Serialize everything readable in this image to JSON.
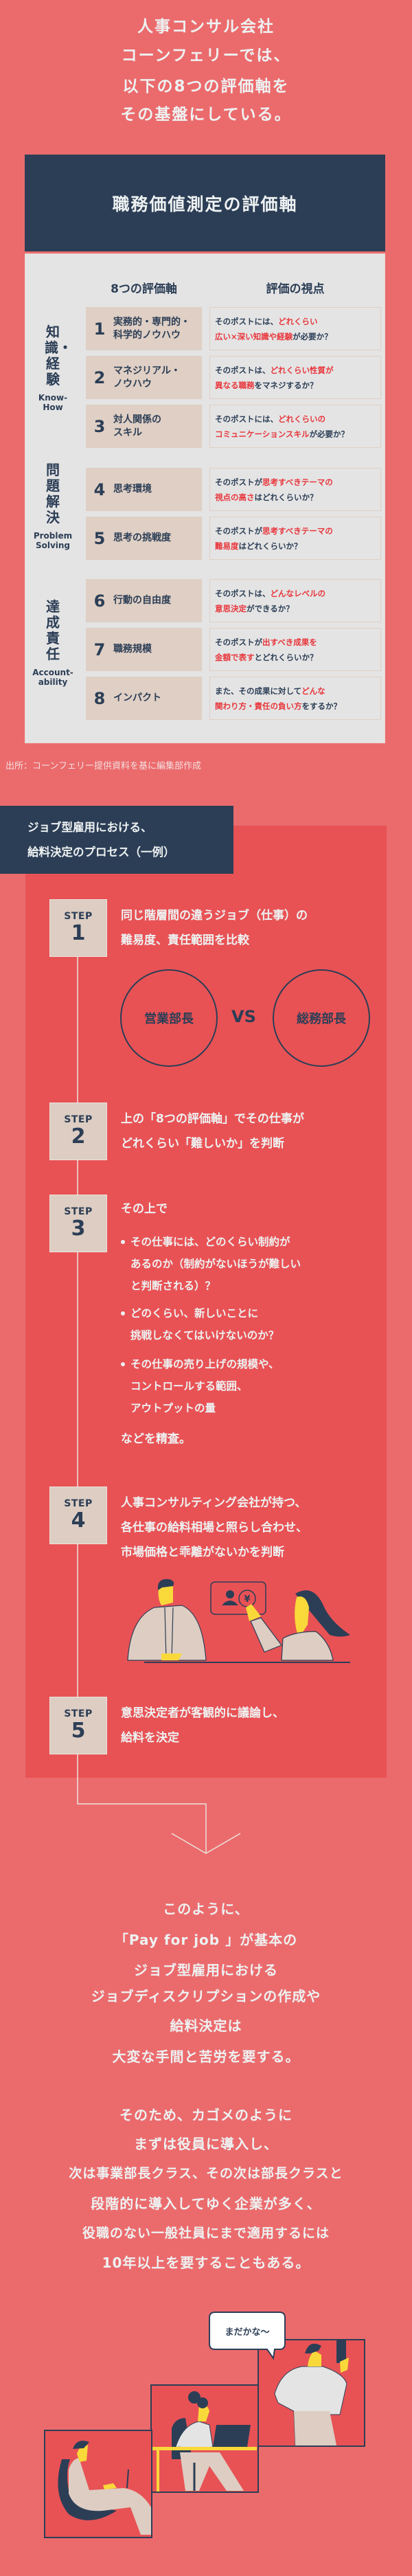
{
  "intro": {
    "lines": [
      "人事コンサル会社",
      "コーンフェリーでは、",
      "以下の8つの評価軸を",
      "その基盤にしている。"
    ]
  },
  "table": {
    "title": "職務価値測定の評価軸",
    "col_axis": "8つの評価軸",
    "col_view": "評価の視点",
    "groups": [
      {
        "jp": "知識・経験",
        "en": [
          "Know-",
          "How"
        ]
      },
      {
        "jp": "問題解決",
        "en": [
          "Problem",
          "Solving"
        ]
      },
      {
        "jp": "達成責任",
        "en": [
          "Account-",
          "ability"
        ]
      }
    ],
    "rows": [
      {
        "num": "1",
        "name": [
          "実務的・専門的・",
          "科学的ノウハウ"
        ],
        "view": [
          [
            [
              "そのポストには、",
              0
            ],
            [
              "どれくらい",
              1
            ]
          ],
          [
            [
              "広い×深い知識や経験",
              1
            ],
            [
              "が必要か？",
              0
            ]
          ]
        ]
      },
      {
        "num": "2",
        "name": [
          "マネジリアル・",
          "ノウハウ"
        ],
        "view": [
          [
            [
              "そのポストは、",
              0
            ],
            [
              "どれくらい性質が",
              1
            ]
          ],
          [
            [
              "異なる職務",
              1
            ],
            [
              "をマネジするか？",
              0
            ]
          ]
        ]
      },
      {
        "num": "3",
        "name": [
          "対人関係の",
          "スキル"
        ],
        "view": [
          [
            [
              "そのポストには、",
              0
            ],
            [
              "どれくらいの",
              1
            ]
          ],
          [
            [
              "コミュニケーションスキル",
              1
            ],
            [
              "が必要か？",
              0
            ]
          ]
        ]
      },
      {
        "num": "4",
        "name": [
          "思考環境"
        ],
        "view": [
          [
            [
              "そのポストが",
              0
            ],
            [
              "思考すべきテーマの",
              1
            ]
          ],
          [
            [
              "視点の高さ",
              1
            ],
            [
              "はどれくらいか？",
              0
            ]
          ]
        ]
      },
      {
        "num": "5",
        "name": [
          "思考の挑戦度"
        ],
        "view": [
          [
            [
              "そのポストが",
              0
            ],
            [
              "思考すべきテーマの",
              1
            ]
          ],
          [
            [
              "難易度",
              1
            ],
            [
              "はどれくらいか？",
              0
            ]
          ]
        ]
      },
      {
        "num": "6",
        "name": [
          "行動の自由度"
        ],
        "view": [
          [
            [
              "そのポストは、",
              0
            ],
            [
              "どんなレベルの",
              1
            ]
          ],
          [
            [
              "意思決定",
              1
            ],
            [
              "ができるか？",
              0
            ]
          ]
        ]
      },
      {
        "num": "7",
        "name": [
          "職務規模"
        ],
        "view": [
          [
            [
              "そのポストが",
              0
            ],
            [
              "出すべき成果を",
              1
            ]
          ],
          [
            [
              "金額で表す",
              1
            ],
            [
              "とどれくらいか？",
              0
            ]
          ]
        ]
      },
      {
        "num": "8",
        "name": [
          "インパクト"
        ],
        "view": [
          [
            [
              "また、その成果に対して",
              0
            ],
            [
              "どんな",
              1
            ]
          ],
          [
            [
              "関わり方・責任の負い方",
              1
            ],
            [
              "をするか？",
              0
            ]
          ]
        ]
      }
    ],
    "source": "出所：コーンフェリー提供資料を基に編集部作成"
  },
  "process": {
    "title": [
      "ジョブ型雇用における、",
      "給料決定のプロセス（一例）"
    ],
    "step_label": "STEP",
    "steps": [
      {
        "num": "1",
        "lines": [
          "同じ階層間の違うジョブ（仕事）の",
          "難易度、責任範囲を比較"
        ]
      },
      {
        "num": "2",
        "lines": [
          "上の「8つの評価軸」でその仕事が",
          "どれくらい「難しいか」を判断"
        ]
      },
      {
        "num": "3",
        "lead": "その上で",
        "bullets": [
          [
            "その仕事には、どのくらい制約が",
            "あるのか（制約がないほうが難しい",
            "と判断される）？"
          ],
          [
            "どのくらい、新しいことに",
            "挑戦しなくてはいけないのか？"
          ],
          [
            "その仕事の売り上げの規模や、",
            "コントロールする範囲、",
            "アウトプットの量"
          ]
        ],
        "tail": "などを精査。"
      },
      {
        "num": "4",
        "lines": [
          "人事コンサルティング会社が持つ、",
          "各仕事の給料相場と照らし合わせ、",
          "市場価格と乖離がないかを判断"
        ]
      },
      {
        "num": "5",
        "lines": [
          "意思決定者が客観的に議論し、",
          "給料を決定"
        ]
      }
    ],
    "compare": {
      "left": "営業部長",
      "vs": "VS",
      "right": "総務部長"
    },
    "yen": "¥"
  },
  "conclusion": {
    "lines": [
      "このように、",
      "「Pay for job 」が基本の",
      "ジョブ型雇用における",
      "ジョブディスクリプションの作成や",
      "給料決定は",
      "大変な手間と苦労を要する。"
    ]
  },
  "followup": {
    "lines": [
      "そのため、カゴメのように",
      "まずは役員に導入し、",
      "次は事業部長クラス、その次は部長クラスと",
      "段階的に導入してゆく企業が多く、",
      "役職のない一般社員にまで適用するには",
      "10年以上を要することもある。"
    ]
  },
  "bubble": "まだかな〜",
  "colors": {
    "background": "#eb6b6d",
    "panel": "#e85255",
    "navy": "#2c3e56",
    "beige": "#ddcdc2",
    "highlight": "#e8363c",
    "yellow": "#f9d93a"
  }
}
